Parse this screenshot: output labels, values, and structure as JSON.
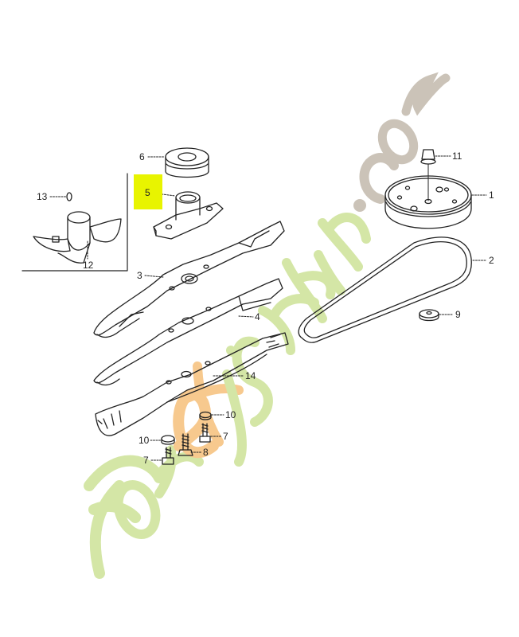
{
  "diagram": {
    "type": "exploded-parts-diagram",
    "subject": "Lawn mower blades, blade holder, pulleys and drive belt",
    "highlight_color": "#e8f400",
    "highlighted_part": "5",
    "parts": [
      {
        "ref": "1",
        "name": "Pulley (large)"
      },
      {
        "ref": "2",
        "name": "Drive belt"
      },
      {
        "ref": "3",
        "name": "Blade"
      },
      {
        "ref": "4",
        "name": "Blade"
      },
      {
        "ref": "5",
        "name": "Blade holder"
      },
      {
        "ref": "6",
        "name": "Pulley (small)"
      },
      {
        "ref": "7",
        "name": "Bolt"
      },
      {
        "ref": "8",
        "name": "Bolt"
      },
      {
        "ref": "9",
        "name": "Washer"
      },
      {
        "ref": "10",
        "name": "Washer"
      },
      {
        "ref": "11",
        "name": "Nut"
      },
      {
        "ref": "12",
        "name": "Blade holder (alt)"
      },
      {
        "ref": "13",
        "name": "Pin"
      },
      {
        "ref": "14",
        "name": "Mulching blade"
      }
    ],
    "labels": {
      "l1": "1",
      "l2": "2",
      "l3": "3",
      "l4": "4",
      "l5": "5",
      "l6": "6",
      "l7a": "7",
      "l7b": "7",
      "l8": "8",
      "l9": "9",
      "l10a": "10",
      "l10b": "10",
      "l11": "11",
      "l12": "12",
      "l13": "13",
      "l14": "14"
    }
  },
  "watermark": {
    "text_part1": "Forêt",
    "text_part2": "jardin",
    "text_part3": ".com",
    "colors": {
      "green": "#d4e6a6",
      "orange": "#f7c98e",
      "taupe": "#cbc3b8"
    }
  }
}
